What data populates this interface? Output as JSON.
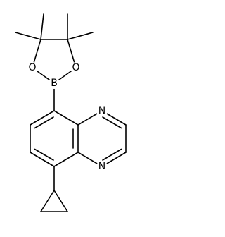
{
  "structure": {
    "atoms": {
      "o1": "O",
      "o2": "O",
      "boron": "B",
      "n1": "N",
      "n4": "N"
    }
  }
}
